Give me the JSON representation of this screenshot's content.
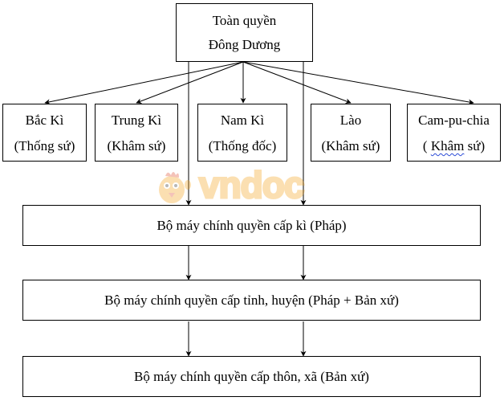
{
  "top": {
    "line1": "Toàn quyền",
    "line2": "Đông Dương"
  },
  "regions": [
    {
      "name": "Bắc Kì",
      "title": "(Thống sứ)"
    },
    {
      "name": "Trung Kì",
      "title": "(Khâm sứ)"
    },
    {
      "name": "Nam Kì",
      "title": "(Thống đốc)"
    },
    {
      "name": "Lào",
      "title": "(Khâm sứ)"
    },
    {
      "name": "Cam-pu-chia",
      "title_open": "( ",
      "title_word": "Khâm",
      "title_rest": " sứ)"
    }
  ],
  "levels": {
    "ki": "Bộ máy chính quyền cấp kì (Pháp)",
    "tinh": "Bộ máy chính quyền cấp tỉnh, huyện (Pháp + Bản xứ)",
    "thon": "Bộ máy chính quyền cấp thôn, xã (Bản xứ)"
  },
  "watermark": {
    "text": "vndoc",
    "color": "#f5a623"
  }
}
